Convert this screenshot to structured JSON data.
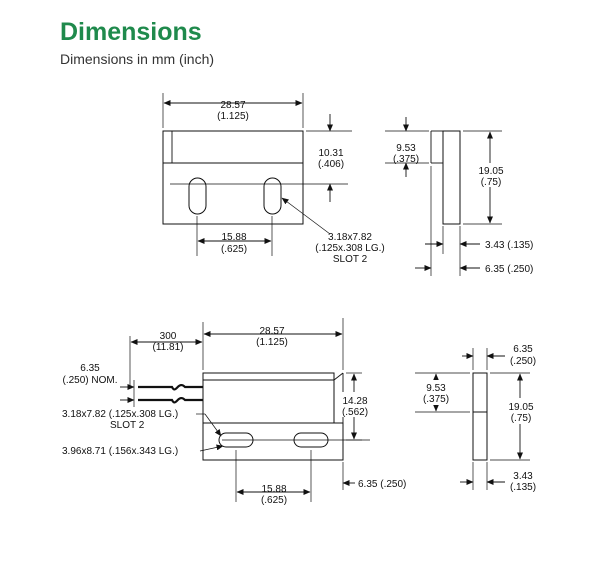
{
  "header": {
    "title": "Dimensions",
    "subtitle": "Dimensions in mm (inch)"
  },
  "top_front": {
    "width_mm": "28.57",
    "width_in": "(1.125)",
    "height_mm": "10.31",
    "height_in": "(.406)",
    "slot_spacing_mm": "15.88",
    "slot_spacing_in": "(.625)",
    "slot_line1": "3.18x7.82",
    "slot_line2": "(.125x.308 LG.)",
    "slot_line3": "SLOT 2"
  },
  "top_side": {
    "upper_mm": "9.53",
    "upper_in": "(.375)",
    "height_mm": "19.05",
    "height_in": "(.75)",
    "thickness1": "3.43 (.135)",
    "thickness2": "6.35 (.250)"
  },
  "bottom_front": {
    "lead_mm": "300",
    "lead_in": "(11.81)",
    "width_mm": "28.57",
    "width_in": "(1.125)",
    "strip_mm": "6.35",
    "strip_in": "(.250) NOM.",
    "height_mm": "14.28",
    "height_in": "(.562)",
    "slot_label1": "3.18x7.82 (.125x.308 LG.)",
    "slot_label2": "SLOT 2",
    "slot_label3": "3.96x8.71 (.156x.343 LG.)",
    "slot_spacing_mm": "15.88",
    "slot_spacing_in": "(.625)",
    "base_dim": "6.35 (.250)"
  },
  "bottom_side": {
    "top_mm": "6.35",
    "top_in": "(.250)",
    "upper_mm": "9.53",
    "upper_in": "(.375)",
    "height_mm": "19.05",
    "height_in": "(.75)",
    "bottom_mm": "3.43",
    "bottom_in": "(.135)"
  }
}
